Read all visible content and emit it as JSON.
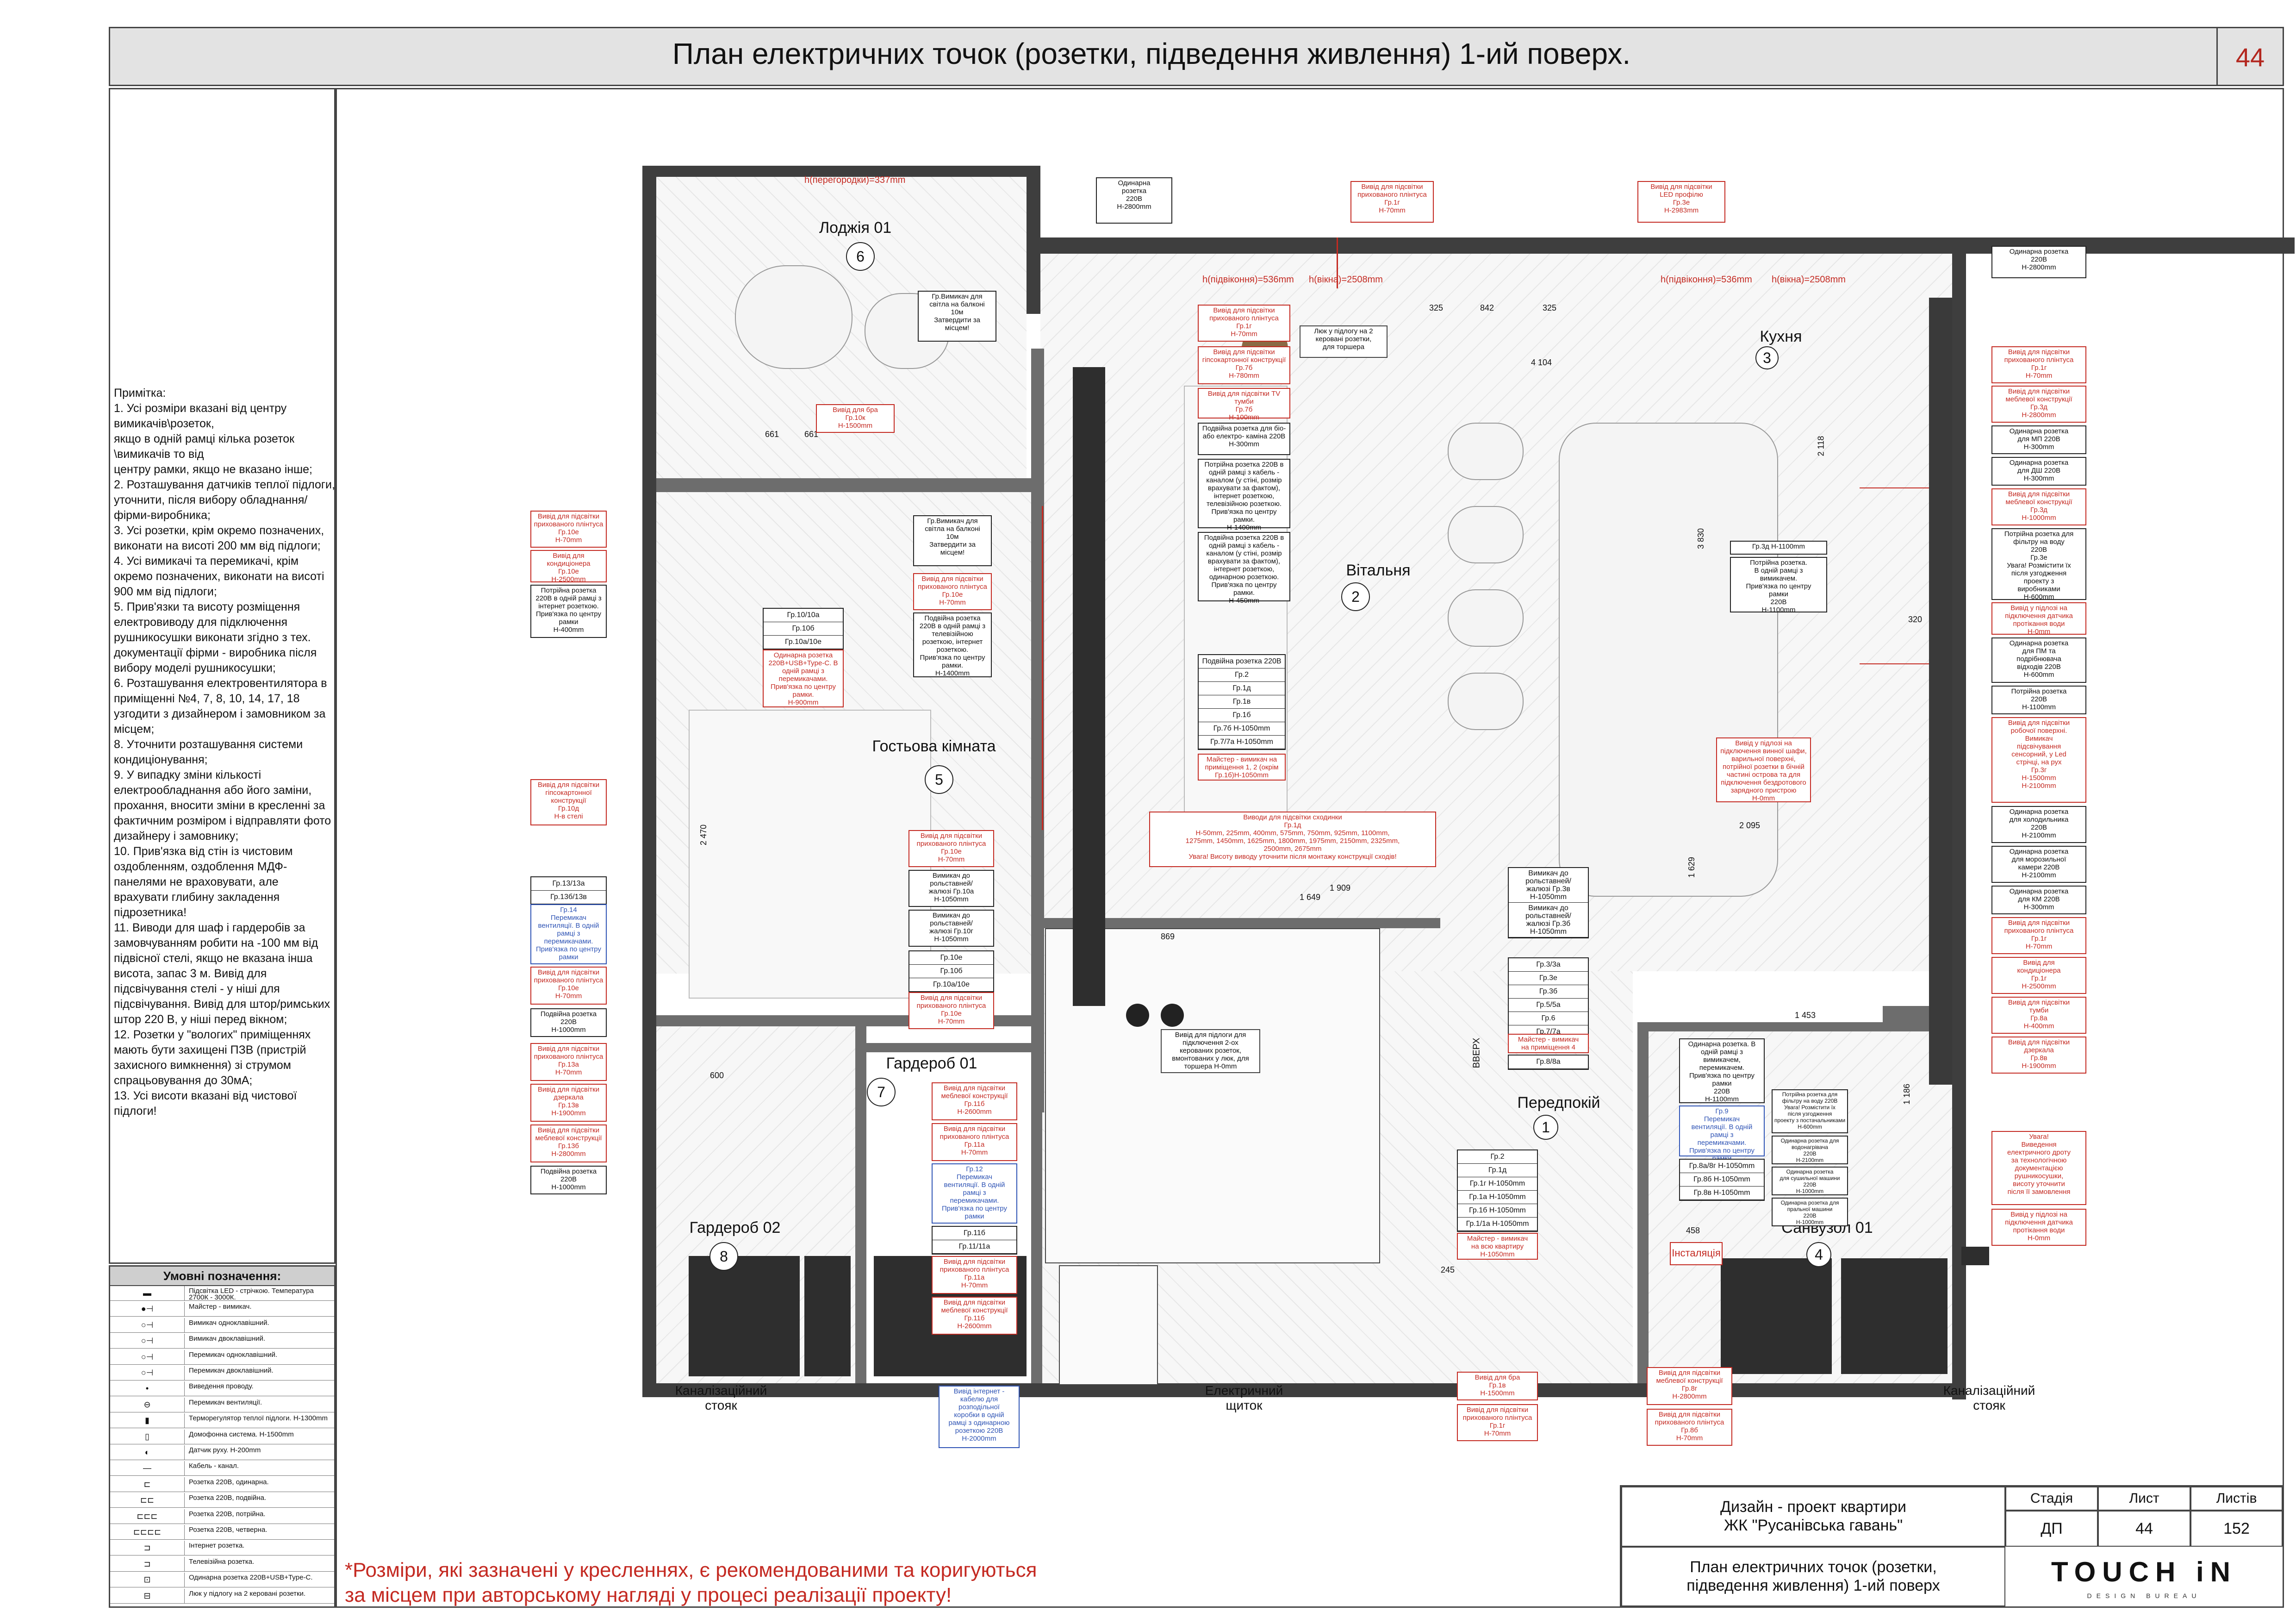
{
  "header": {
    "title": "План електричних точок (розетки, підведення живлення) 1-ий поверх.",
    "page_number": "44"
  },
  "notes": {
    "text": "Примітка:\n1. Усі розміри вказані від центру вимикачів\\розеток,\nякщо в одній рамці кілька розеток \\вимикачів то від\nцентру рамки, якщо не вказано інше;\n2. Розташування датчиків теплої підлоги, уточнити, після вибору обладнання/фірми-виробника;\n3. Усі розетки, крім окремо позначених, виконати на висоті 200 мм від підлоги;\n4. Усі вимикачі та перемикачі, крім окремо позначених, виконати на висоті 900 мм від підлоги;\n5. Прив'язки та висоту розміщення електровиводу для підключення рушникосушки виконати згідно з тех. документації фірми - виробника після вибору моделі рушникосушки;\n6. Розташування електровентилятора в приміщенні №4, 7, 8, 10, 14, 17, 18 узгодити з дизайнером і замовником за місцем;\n8. Уточнити розташування системи кондиціонування;\n9. У випадку зміни кількості електрообладнання або його заміни, прохання, вносити зміни в кресленні за\nфактичним розміром і відправляти фото дизайнеру і замовнику;\n10. Прив'язка від стін із чистовим оздобленням, оздоблення МДФ-панелями не враховувати, але врахувати глибину закладення підрозетника!\n11. Виводи для шаф і гардеробів за замовчуванням робити на -100 мм від підвісної стелі, якщо не вказана інша висота, запас 3 м. Вивід для підсвічування стелі - у ніші для підсвічування. Вивід для штор/римських штор 220 В, у ніші перед вікном;\n12. Розетки у \"вологих\" приміщеннях мають бути захищені ПЗВ (пристрій захисного вимкнення) зі струмом спрацьовування до 30мА;\n13. Усі висоти вказані від чистової підлоги!"
  },
  "legend": {
    "title": "Умовні позначення:",
    "items": [
      {
        "symbol": "▬",
        "text": "Підсвітка LED - стрічкою. Температура 2700К - 3000К."
      },
      {
        "symbol": "●⊣",
        "text": "Майстер - вимикач."
      },
      {
        "symbol": "○⊣",
        "text": "Вимикач одноклавішний."
      },
      {
        "symbol": "○⊣",
        "text": "Вимикач двоклавішний."
      },
      {
        "symbol": "○⊣",
        "text": "Перемикач одноклавішний."
      },
      {
        "symbol": "○⊣",
        "text": "Перемикач двоклавішний."
      },
      {
        "symbol": "•",
        "text": "Виведення проводу."
      },
      {
        "symbol": "⊖",
        "text": "Перемикач вентиляції."
      },
      {
        "symbol": "▮",
        "text": "Терморегулятор теплої підлоги. Н-1300mm"
      },
      {
        "symbol": "▯",
        "text": "Домофонна система. Н-1500mm"
      },
      {
        "symbol": "◐",
        "text": "Датчик руху. Н-200mm"
      },
      {
        "symbol": "—",
        "text": "Кабель - канал."
      },
      {
        "symbol": "⊏",
        "text": "Розетка 220В, одинарна."
      },
      {
        "symbol": "⊏⊏",
        "text": "Розетка 220В, подвійна."
      },
      {
        "symbol": "⊏⊏⊏",
        "text": "Розетка 220В, потрійна."
      },
      {
        "symbol": "⊏⊏⊏⊏",
        "text": "Розетка 220В, четверна."
      },
      {
        "symbol": "⊐",
        "text": "Інтернет розетка."
      },
      {
        "symbol": "⊐",
        "text": "Телевізійна розетка."
      },
      {
        "symbol": "⊡",
        "text": "Одинарна розетка 220В+USB+Type-C."
      },
      {
        "symbol": "⊟",
        "text": "Люк у підлогу на 2 керовані розетки."
      }
    ]
  },
  "rooms": {
    "loggia": {
      "name": "Лоджія 01",
      "num": "6"
    },
    "guest": {
      "name": "Гостьова кімната",
      "num": "5"
    },
    "living": {
      "name": "Вітальня",
      "num": "2"
    },
    "kitchen": {
      "name": "Кухня",
      "num": "3"
    },
    "hall": {
      "name": "Передпокій",
      "num": "1"
    },
    "wardrobe1": {
      "name": "Гардероб 01",
      "num": "7"
    },
    "wardrobe2": {
      "name": "Гардероб 02",
      "num": "8"
    },
    "bath": {
      "name": "Санвузол 01",
      "num": "4"
    }
  },
  "dims": {
    "partition_h": "h(перегородки)=337mm",
    "sill1": "h(підвіконня)=536mm",
    "win1": "h(вікна)=2508mm",
    "sill2": "h(підвіконня)=536mm",
    "win2": "h(вікна)=2508mm",
    "d4104": "4 104",
    "d842": "842",
    "d325": "325",
    "d325b": "325",
    "d661": "661",
    "d661b": "661",
    "d1649": "1 649",
    "d1909": "1 909",
    "d869": "869",
    "d1453": "1 453",
    "d458": "458",
    "d245": "245",
    "d2470": "2 470",
    "d3830": "3 830",
    "d2118": "2 118",
    "d2095": "2 095",
    "d1629": "1 629",
    "d600": "600",
    "d320": "320",
    "d1186": "1 186",
    "upward": "ВВЕРХ",
    "installation": "Інсталяція"
  },
  "labels": {
    "stack_left": "Каналізаційний\nстояк",
    "shield": "Електричний\nщиток",
    "stack_right": "Каналізаційний\nстояк"
  },
  "callouts": {
    "c_top1": "Одинарна\nрозетка\n220В\nН-2800mm",
    "c_top2": "Вивід для підсвітки\nприхованого плінтуса\nГр.1г\nН-70mm",
    "c_top3": "Вивід для підсвітки\nLED профілю\nГр.3е\nН-2983mm",
    "c_top4": "Одинарна розетка\n220В\nН-2800mm",
    "c_hatch": "Люк у підлогу на 2\nкеровані розетки,\nдля торшера",
    "c_balcony1": "Гр.Вимикач для\nсвітла на балконі\n10м\nЗатвердити за\nмісцем!",
    "c_bra": "Вивід для бра\nГр.10к\nН-1500mm",
    "c_balcony2": "Гр.Вимикач для\nсвітла на балконі\n10м\nЗатвердити за\nмісцем!",
    "c_plinth10e": "Вивід для підсвітки\nприхованого плінтуса\nГр.10е\nН-70mm",
    "c_tv": "Подвійна розетка\n220В в одній рамці з\nтелевізійною\nрозеткою, інтернет\nрозеткою.\nПрив'язка по центру рамки.\nН-1400mm",
    "c_lv1": "Вивід для підсвітки\nприхованого плінтуса\nГр.1г\nН-70mm",
    "c_lv2": "Вивід для підсвітки\nгіпсокартонної конструкції\nГр.7б\nН-780mm",
    "c_lv3": "Вивід для підсвітки TV тумби\nГр.7б\nН-100mm",
    "c_lv4": "Подвійна розетка для біо-\nабо електро- каміна 220В\nН-300mm",
    "c_lv5": "Потрійна розетка 220В в\nодній рамці з кабель -\nканалом (у стіні, розмір\nврахувати за фактом),\nінтернет розеткою,\nтелевізійною розеткою.\nПрив'язка по центру рамки.\nН-1400mm",
    "c_lv6": "Подвійна розетка 220В в\nодній рамці з кабель -\nканалом (у стіні, розмір\nврахувати за фактом),\nінтернет розеткою,\nодинарною розеткою.\nПрив'язка по центру рамки.\nН-450mm",
    "c_stairs": "Виводи для підсвітки сходинки\nГр.1д\nН-50mm, 225mm, 400mm, 575mm, 750mm, 925mm, 1100mm,\n1275mm, 1450mm, 1625mm, 1800mm, 1975mm, 2150mm, 2325mm,\n2500mm, 2675mm\nУвага! Висоту виводу уточнити після монтажу конструкції сходів!",
    "c_g_plinth": "Вивід для підсвітки\nприхованого плінтуса\nГр.10е\nН-70mm",
    "c_g_cond": "Вивід для\nкондиціонера\nГр.10е\nН-2500mm",
    "c_g_towel": "Потрійна розетка\n220В в одній рамці з\nінтернет розеткою.\nПрив'язка по центру\nрамки\nН-400mm",
    "c_g_usb": "Одинарна розетка\n220В+USB+Type-C. В\nодній рамці з\nперемикачами.\nПрив'язка по центру\nрамки.\nН-900mm",
    "c_g_gkl": "Вивід для підсвітки\nгіпсокартонної\nконструкції\nГр.10д\nН-в стелі",
    "c_g_vent": "Гр.14\nПеремикач\nвентиляції. В одній\nрамці з\nперемикачами.\nПрив'язка по центру\nрамки",
    "c_g_plinth2": "Вивід для підсвітки\nприхованого плінтуса\nГр.10е\nН-70mm",
    "c_g_double": "Подвійна розетка\n220В\nН-1000mm",
    "c_w2_plinth": "Вивід для підсвітки\nприхованого плінтуса\nГр.13а\nН-70mm",
    "c_w2_mirror": "Вивід для підсвітки\nдзеркала\nГр.13в\nН-1900mm",
    "c_w2_furn": "Вивід для підсвітки\nмеблевої конструкції\nГр.13б\nН-2800mm",
    "c_w2_double": "Подвійна розетка\n220В\nН-1000mm",
    "c_mid_plinth": "Вивід для підсвітки\nприхованого плінтуса\nГр.10е\nН-70mm",
    "c_blinds1": "Вимикач до\nрольставней/\nжалюзі Гр.10а\nН-1050mm",
    "c_blinds2": "Вимикач до\nрольставней/\nжалюзі Гр.10г\nН-1050mm",
    "c_mid_plinth2": "Вивід для підсвітки\nприхованого плінтуса\nГр.10е\nН-70mm",
    "c_w1_furn": "Вивід для підсвітки\nмеблевої конструкції\nГр.11б\nН-2600mm",
    "c_w1_plinth": "Вивід для підсвітки\nприхованого плінтуса\nГр.11а\nН-70mm",
    "c_w1_vent": "Гр.12\nПеремикач\nвентиляції. В одній\nрамці з\nперемикачами.\nПрив'язка по центру\nрамки",
    "c_w1_plinth2": "Вивід для підсвітки\nприхованого плінтуса\nГр.11а\nН-70mm",
    "c_w1_furn2": "Вивід для підсвітки\nмеблевої конструкції\nГр.11б\nН-2600mm",
    "c_floor_sockets": "Вивід для підлоги для\nпідключення 2-ох\nкерованих розеток,\nвмонтованих у люк, для\nторшера Н-0mm",
    "c_internet": "Вивід інтернет -\nкабелю для\nрозподільної\nкоробки в одній\nрамці з одинарною\nрозеткою 220В\nН-2000mm",
    "c_hall_bra": "Вивід для бра\nГр.1в\nН-1500mm",
    "c_hall_plinth": "Вивід для підсвітки\nприхованого плінтуса\nГр.1г\nН-70mm",
    "c_bath_furn": "Вивід для підсвітки\nмеблевої конструкції\nГр.8г\nН-2800mm",
    "c_bath_plinth": "Вивід для підсвітки\nприхованого плінтуса\nГр.8б\nН-70mm",
    "c_k_plinth": "Вивід для підсвітки\nприхованого плінтуса\nГр.1г\nН-70mm",
    "c_k_furn": "Вивід для підсвітки\nмеблевої конструкції\nГр.3д\nН-2800mm",
    "c_k_mw": "Одинарна розетка\nдля МП 220В\nН-300mm",
    "c_k_dsh": "Одинарна розетка\nдля ДШ 220В\nН-300mm",
    "c_k_furn2": "Вивід для підсвітки\nмеблевої конструкції\nГр.3д\nН-1000mm",
    "c_k_filter": "Потрійна розетка для\nфільтру на воду\n220В\nГр.3е\nУвага! Розмістити їх\nпісля узгодження\nпроекту з\nвиробниками\nН-600mm",
    "c_k_leak": "Вивід у підлозі на\nпідключення датчика\nпротікання води\nН-0mm",
    "c_k_waste": "Одинарна розетка\nдля ПМ та\nподрібнювача\nвідходів 220В\nН-600mm",
    "c_k_triple": "Потрійна розетка\n220В\nН-1100mm",
    "c_k_island": "Вивід у підлозі на\nпідключення винної шафи,\nварильної поверхні,\nпотрійної розетки в бічній\nчастині острова та для\nпідключення бездротового\nзарядного пристрою\nН-0mm",
    "c_k_sensor": "Вивід для підсвітки\nробочої поверхні.\nВимикач\nпідсвічування\nсенсорний, у Led\nстрічці, на рух\nГр.3г\nН-1500mm\nН-2100mm",
    "c_k_fridge": "Одинарна розетка\nдля холодильника\n220В\nН-2100mm",
    "c_k_freezer": "Одинарна розетка\nдля морозильної\nкамери 220В\nН-2100mm",
    "c_k_km": "Одинарна розетка\nдля КМ 220В\nН-300mm",
    "c_k_plinth2": "Вивід для підсвітки\nприхованого плінтуса\nГр.1г\nН-70mm",
    "c_k_cond": "Вивід для\nкондиціонера\nГр.1г\nН-2500mm",
    "c_k_tumb": "Вивід для підсвітки\nтумби\nГр.8а\nН-400mm",
    "c_k_mirror": "Вивід для підсвітки\nдзеркала\nГр.8в\nН-1900mm",
    "c_k_warn": "Увага!\nВиведення\nелектричного дроту\nза технологічною\nдокументацією\nрушникосушки,\nвисоту уточнити\nпісля її замовлення",
    "c_k_leak2": "Вивід у підлозі на\nпідключення датчика\nпротікання води\nН-0mm",
    "c_k_sw": "Гр.3д Н-1100mm",
    "c_k_sw2": "Потрійна розетка.\nВ одній рамці з\nвимикачем.\nПрив'язка по центру\nрамки\n220В\nН-1100mm",
    "c_bath_single": "Одинарна розетка. В\nодній рамці з\nвимикачем,\nперемикачем.\nПрив'язка по центру\nрамки\n220В\nН-1100mm",
    "c_bath_blue": "Гр.9\nПеремикач\nвентиляції. В одній\nрамці з\nперемикачами.\nПрив'язка по центру\nрамки",
    "c_bath_triple": "Потрійна розетка для\nфільтру на воду 220В\nУвага! Розмістити їх\nпісля узгодження\nпроекту з постачальниками\nН-600mm",
    "c_bath_boiler": "Одинарна розетка для\nводонагрівача\n220В\nН-2100mm",
    "c_bath_wash": "Одинарна розетка\nдля сушильної машини\n220В\nН-1000mm",
    "c_bath_wash2": "Одинарна розетка для\nпральної машини\n220В\nН-1000mm"
  },
  "lists": {
    "guest_sw": [
      "Гр.10/10а",
      "Гр.10б",
      "Гр.10а/10е"
    ],
    "guest_sw2": [
      "Гр.13/13а",
      "Гр.13б/13в"
    ],
    "mid_sw": [
      "Гр.10е",
      "Гр.10б",
      "Гр.10а/10е"
    ],
    "living_sw": [
      "Подвійна розетка 220В",
      "Гр.2",
      "Гр.1д",
      "Гр.1в",
      "Гр.1б",
      "Гр.7б Н-1050mm",
      "Гр.7/7а Н-1050mm"
    ],
    "living_master": "Майстер - вимикач на\nприміщення 1, 2 (окрім\nГр.1б)Н-1050mm",
    "w1_sw": [
      "Гр.11б",
      "Гр.11/11а"
    ],
    "hall_sw": [
      "Вимикач до\nрольставней/\nжалюзі Гр.3в\nН-1050mm",
      "Вимикач до\nрольставней/\nжалюзі Гр.3б\nН-1050mm"
    ],
    "hall_list": [
      "Гр.3/3а",
      "Гр.3е",
      "Гр.3б",
      "Гр.5/5а",
      "Гр.6",
      "Гр.7/7а"
    ],
    "hall_master": "Майстер - вимикач\nна приміщення 4",
    "hall_tail": "Гр.8/8а",
    "hall_list2": [
      "Гр.2",
      "Гр.1д",
      "Гр.1г Н-1050mm",
      "Гр.1а Н-1050mm",
      "Гр.1б Н-1050mm",
      "Гр.1/1а Н-1050mm"
    ],
    "hall_master2": "Майстер - вимикач\nна всю квартиру\nН-1050mm",
    "bath_list": [
      "Гр.8а/8г Н-1050mm",
      "Гр.8б Н-1050mm",
      "Гр.8в Н-1050mm"
    ]
  },
  "title_block": {
    "project": "Дизайн - проект квартири\nЖК \"Русанівська гавань\"",
    "sheet_title": "План електричних точок (розетки,\nпідведення живлення) 1-ий поверх",
    "stage_label": "Стадія",
    "sheet_label": "Лист",
    "sheets_label": "Листів",
    "stage": "ДП",
    "sheet": "44",
    "sheets": "152",
    "brand": "TOUCH iN",
    "brand_sub": "DESIGN BUREAU"
  },
  "disclaimer": "*Розміри, які зазначені у кресленнях, є рекомендованими та коригуються\nза місцем при авторському нагляді у процесі реалізації проекту!"
}
